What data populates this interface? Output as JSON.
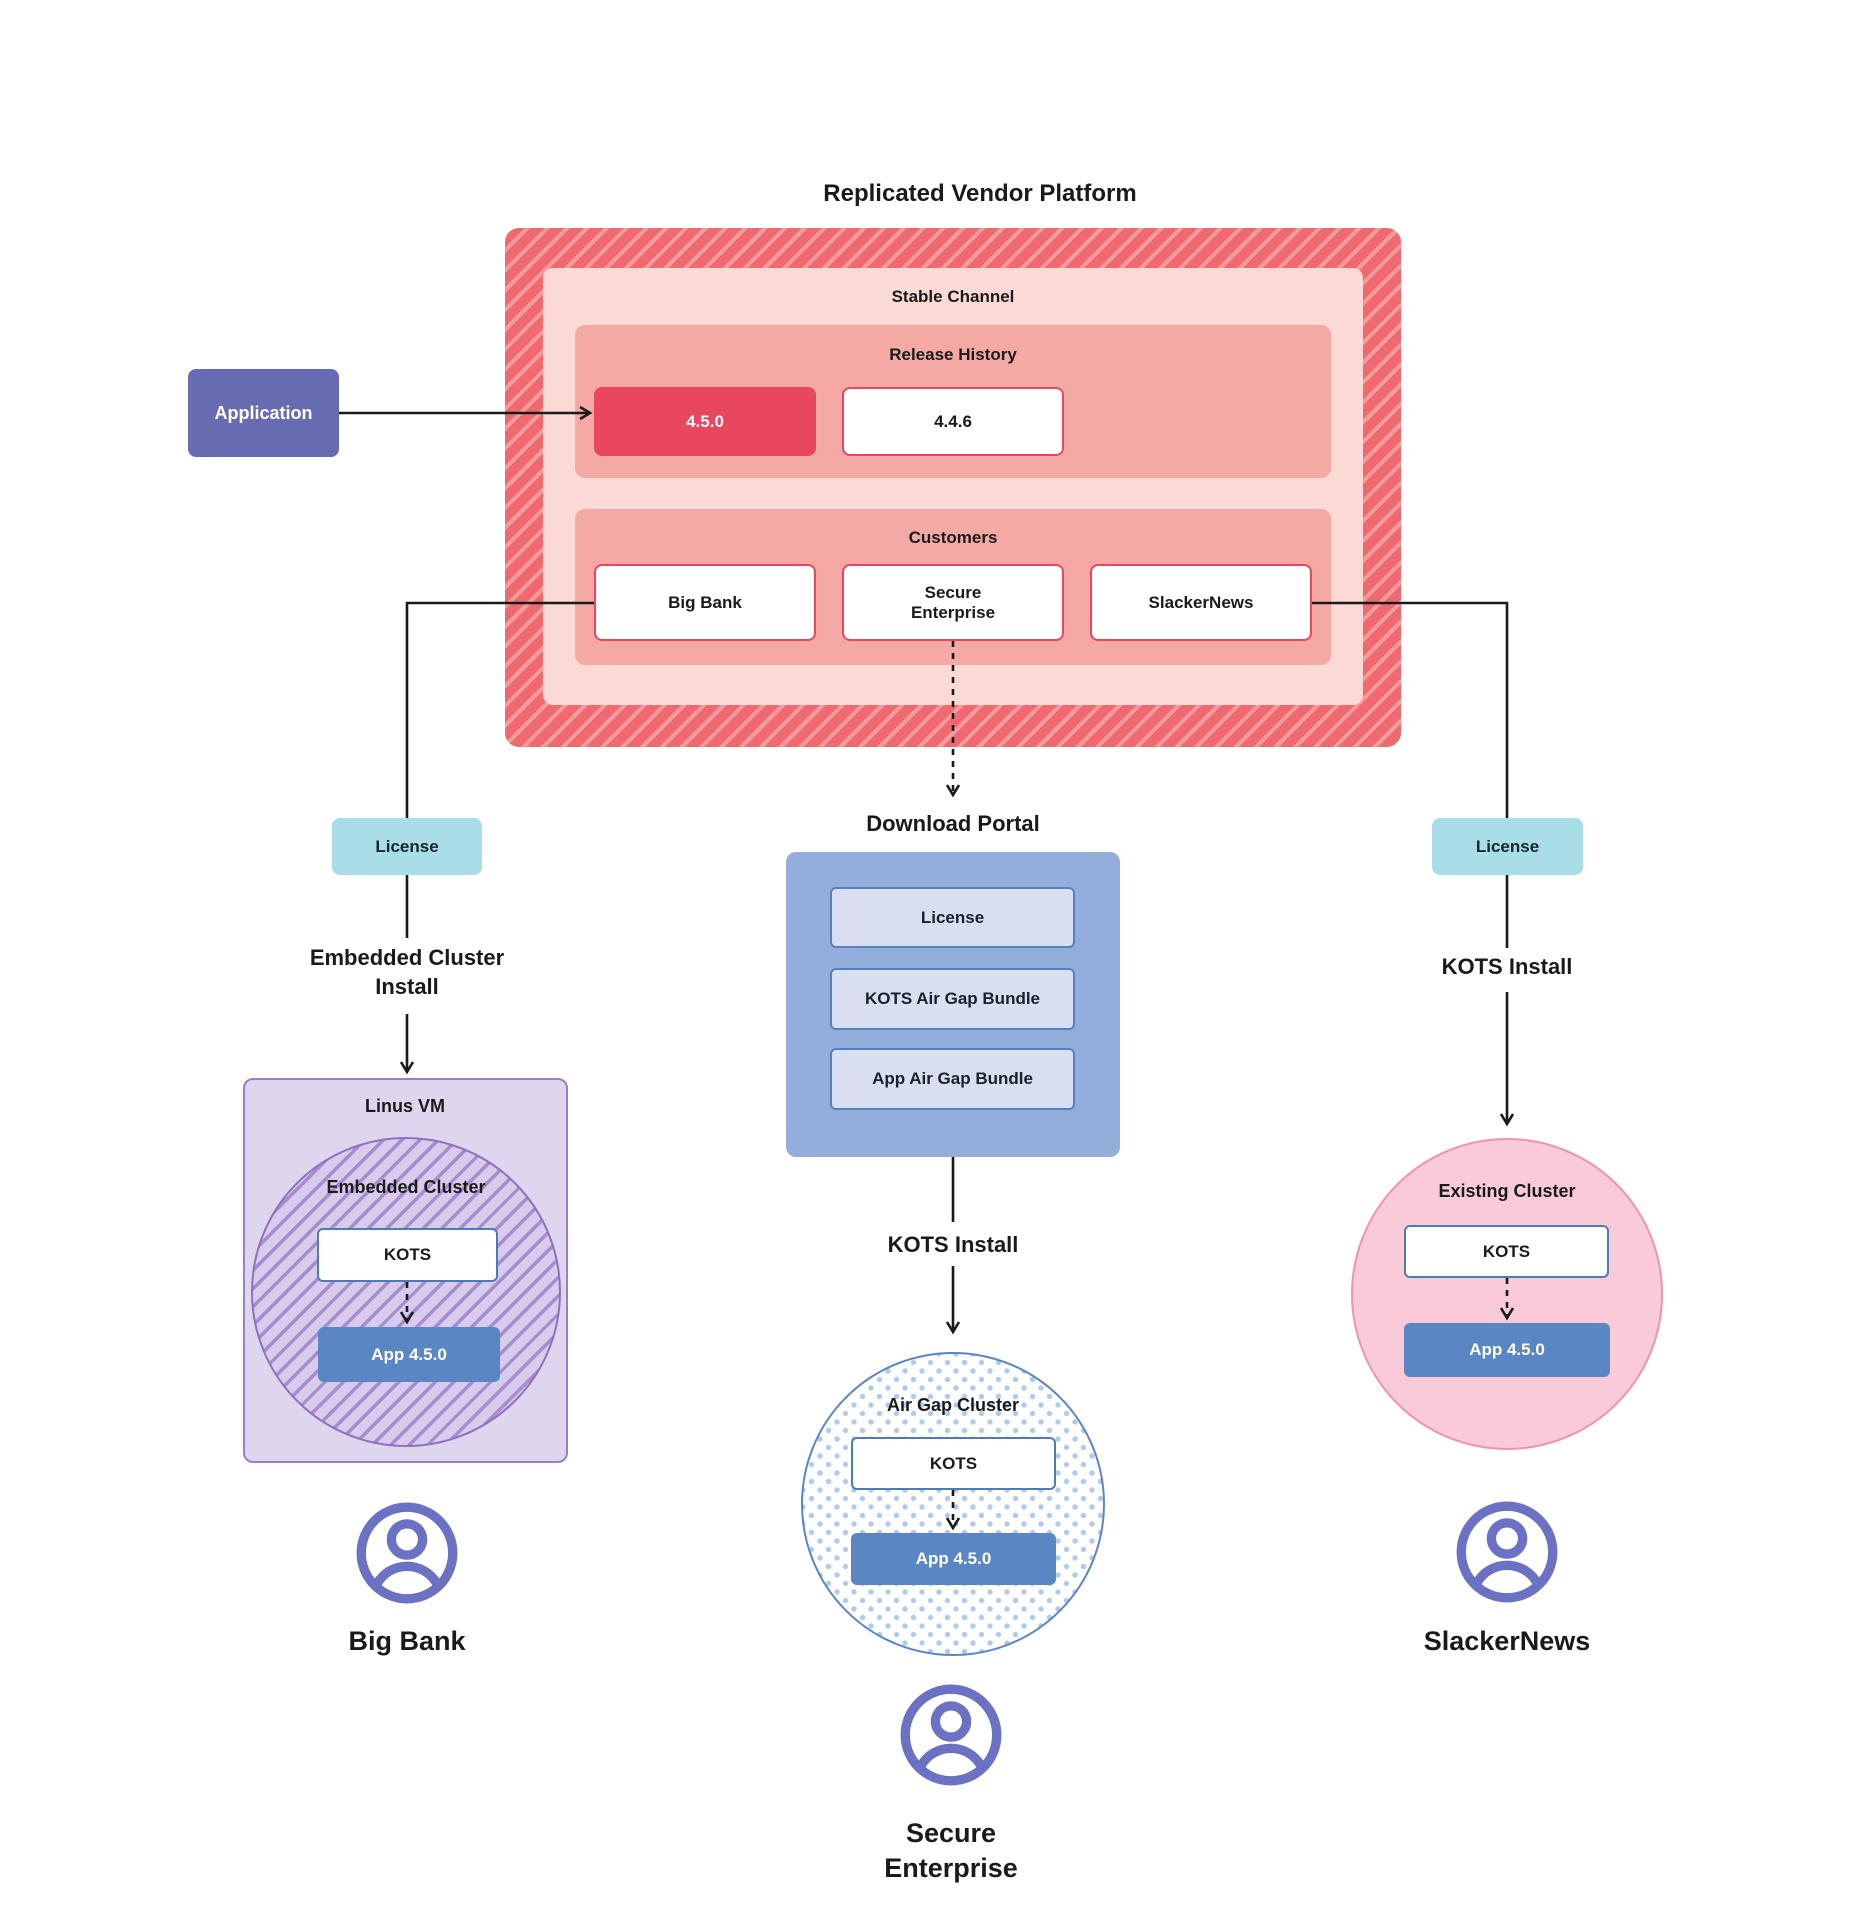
{
  "title": "Replicated Vendor Platform",
  "application": {
    "label": "Application"
  },
  "platform": {
    "stable_channel_label": "Stable Channel",
    "release_history": {
      "label": "Release History",
      "releases": [
        {
          "version": "4.5.0",
          "current": true
        },
        {
          "version": "4.4.6",
          "current": false
        }
      ]
    },
    "customers": {
      "label": "Customers",
      "items": [
        {
          "name": "Big Bank"
        },
        {
          "name": "Secure Enterprise"
        },
        {
          "name": "SlackerNews"
        }
      ]
    }
  },
  "left_branch": {
    "license_label": "License",
    "install_label": "Embedded Cluster Install",
    "vm_label": "Linus VM",
    "cluster_label": "Embedded Cluster",
    "kots_label": "KOTS",
    "app_label": "App 4.5.0",
    "user_name": "Big Bank"
  },
  "middle_branch": {
    "portal_title": "Download Portal",
    "portal_items": [
      {
        "label": "License"
      },
      {
        "label": "KOTS Air Gap Bundle"
      },
      {
        "label": "App Air Gap Bundle"
      }
    ],
    "install_label": "KOTS Install",
    "cluster_label": "Air Gap Cluster",
    "kots_label": "KOTS",
    "app_label": "App 4.5.0",
    "user_name": "Secure Enterprise"
  },
  "right_branch": {
    "license_label": "License",
    "install_label": "KOTS Install",
    "cluster_label": "Existing Cluster",
    "kots_label": "KOTS",
    "app_label": "App 4.5.0",
    "user_name": "SlackerNews"
  },
  "colors": {
    "platform_hatch_base": "#f0696e",
    "platform_inner_pink": "#fbd9d4",
    "platform_section_pink": "#f5a9a4",
    "accent_red": "#e8475f",
    "application_indigo": "#676cb2",
    "license_teal": "#a9dde8",
    "portal_blue": "#94aedb",
    "portal_item_lavender": "#d9def1",
    "app_version_blue": "#5a86c4",
    "kots_border_blue": "#4d7bb5",
    "vm_lavender": "#ded5ee",
    "vm_border_purple": "#8f6fc0",
    "existing_cluster_pink": "#f9cbd8",
    "existing_cluster_border": "#f092b0",
    "user_icon_indigo": "#6b72c3",
    "connector_line": "#1a1a1a"
  }
}
